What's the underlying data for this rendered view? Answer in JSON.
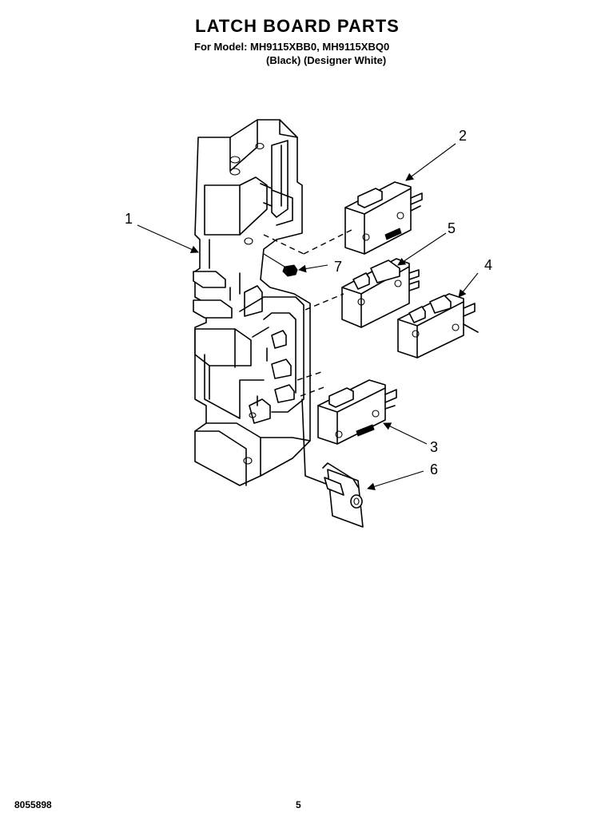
{
  "header": {
    "title": "LATCH BOARD PARTS",
    "model_line": "For Model: MH9115XBB0, MH9115XBQ0",
    "model_sub": "(Black) (Designer White)"
  },
  "callouts": {
    "c1": "1",
    "c2": "2",
    "c3": "3",
    "c4": "4",
    "c5": "5",
    "c6": "6",
    "c7": "7"
  },
  "footer": {
    "doc_number": "8055898",
    "page_number": "5"
  }
}
